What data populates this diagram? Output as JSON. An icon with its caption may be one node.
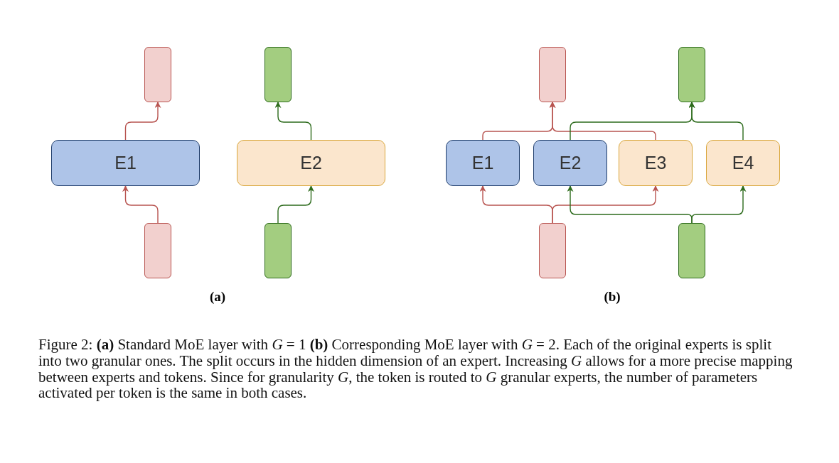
{
  "diagram": {
    "caption": "Figure 2: **(a)** Standard MoE layer with *G* = 1 **(b)** Corresponding MoE layer with *G* = 2. Each of the original experts is split into two granular ones. The split occurs in the hidden dimension of an expert. Increasing *G* allows for a more precise mapping between experts and tokens. Since for granularity *G*, the token is routed to *G* granular experts, the number of parameters activated per token is the same in both cases.",
    "nodes": [
      {
        "text": [],
        "shape": "box"
      },
      {
        "text": [],
        "shape": "box"
      },
      {
        "text": [
          "E1"
        ]
      },
      {
        "text": [
          "E2"
        ]
      },
      {
        "text": [],
        "shape": "box"
      },
      {
        "text": [],
        "shape": "box"
      },
      {
        "text": [],
        "shape": "box"
      },
      {
        "text": [],
        "shape": "box"
      },
      {
        "text": [
          "E1"
        ]
      },
      {
        "text": [
          "E2"
        ]
      },
      {
        "text": [
          "E3"
        ]
      },
      {
        "text": [
          "E4"
        ]
      },
      {
        "text": [],
        "shape": "box"
      },
      {
        "text": [],
        "shape": "box"
      }
    ],
    "edges": [
      {
        "from": 4,
        "to": 2,
        "arrow": "to"
      },
      {
        "from": 2,
        "to": 0,
        "arrow": "to"
      },
      {
        "from": 5,
        "to": 3,
        "arrow": "to",
        "color": "#2d6b1c"
      },
      {
        "from": 3,
        "to": 1,
        "arrow": "to",
        "color": "#2d6b1c"
      },
      {
        "from": 12,
        "to": 8,
        "arrow": "to"
      },
      {
        "from": 12,
        "to": 10,
        "arrow": "to"
      },
      {
        "from": 8,
        "to": 6,
        "arrow": "to"
      },
      {
        "from": 10,
        "to": 6,
        "arrow": "to"
      },
      {
        "from": 13,
        "to": 9,
        "arrow": "to",
        "color": "#2d6b1c"
      },
      {
        "from": 13,
        "to": 11,
        "arrow": "to",
        "color": "#2d6b1c"
      },
      {
        "from": 9,
        "to": 7,
        "arrow": "to",
        "color": "#2d6b1c"
      },
      {
        "from": 11,
        "to": 7,
        "arrow": "to",
        "color": "#2d6b1c"
      }
    ],
    "labels": [
      "(a)",
      "(b)"
    ]
  }
}
